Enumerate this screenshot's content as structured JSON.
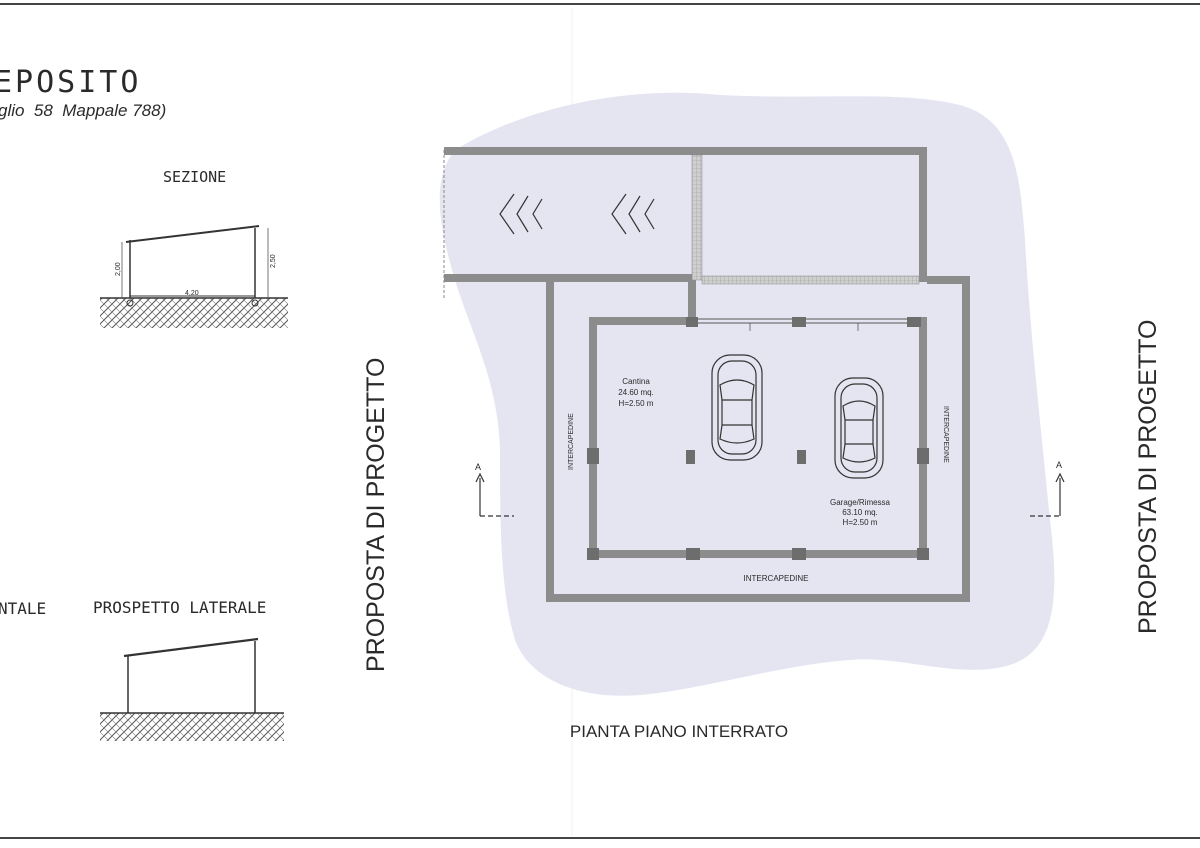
{
  "title_block": {
    "title": "EPOSITO",
    "subtitle": "glio  58  Mappale 788)"
  },
  "section_view": {
    "label": "SEZIONE",
    "dim_left": "2,00",
    "dim_right": "2,50",
    "dim_width": "4,20"
  },
  "front_view": {
    "label": "NTALE"
  },
  "side_view": {
    "label": "PROSPETTO LATERALE"
  },
  "proposal_labels": {
    "left": "PROPOSTA DI PROGETTO",
    "right": "PROPOSTA DI PROGETTO"
  },
  "plan": {
    "title": "PIANTA PIANO INTERRATO",
    "section_marker_left": "A",
    "section_marker_right": "A",
    "rooms": {
      "cantina": {
        "name": "Cantina",
        "area": "24.60 mq.",
        "height": "H=2.50 m"
      },
      "garage": {
        "name": "Garage/Rimessa",
        "area": "63.10 mq.",
        "height": "H=2.50 m"
      }
    },
    "cavity_left": "INTERCAPEDINE",
    "cavity_right": "INTERCAPEDINE",
    "cavity_bottom": "INTERCAPEDINE"
  },
  "colors": {
    "blob": "#e5e5f2",
    "wall": "#8c8c8c",
    "ink": "#2a2a2a"
  }
}
